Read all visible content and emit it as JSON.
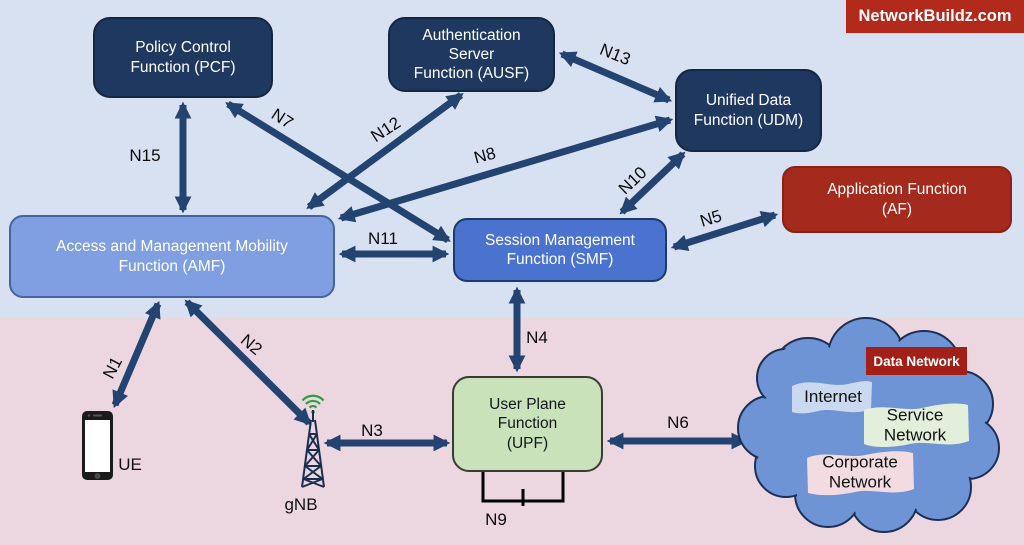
{
  "header": {
    "watermark": "NetworkBuildz.com"
  },
  "nodes": {
    "pcf": "Policy Control\nFunction (PCF)",
    "ausf": "Authentication\nServer\nFunction (AUSF)",
    "udm": "Unified Data\nFunction (UDM)",
    "af": "Application Function\n(AF)",
    "amf": "Access and Management Mobility\nFunction (AMF)",
    "smf": "Session Management\nFunction (SMF)",
    "upf": "User Plane\nFunction\n(UPF)"
  },
  "devices": {
    "ue_label": "UE",
    "gnb_label": "gNB"
  },
  "data_network": {
    "title": "Data Network",
    "internet": "Internet",
    "service": "Service\nNetwork",
    "corporate": "Corporate\nNetwork"
  },
  "interfaces": {
    "n1": "N1",
    "n2": "N2",
    "n3": "N3",
    "n4": "N4",
    "n5": "N5",
    "n6": "N6",
    "n7": "N7",
    "n8": "N8",
    "n9": "N9",
    "n10": "N10",
    "n11": "N11",
    "n12": "N12",
    "n13": "N13",
    "n15": "N15"
  },
  "colors": {
    "background_top": "#d8e1f2",
    "background_bottom": "#ecd7e0",
    "node_dark_blue": "#1e385f",
    "node_amf_blue": "#7f9fe2",
    "node_smf_blue": "#4a72cf",
    "node_upf_green": "#c9e2ba",
    "node_red": "#a32a1d",
    "arrow_navy": "#234370",
    "cloud_blue": "#6e94d6",
    "banner_internet": "#cad8f0",
    "banner_service": "#e2efda",
    "banner_corporate": "#f2dce2",
    "wifi_green": "#2f9e41"
  }
}
